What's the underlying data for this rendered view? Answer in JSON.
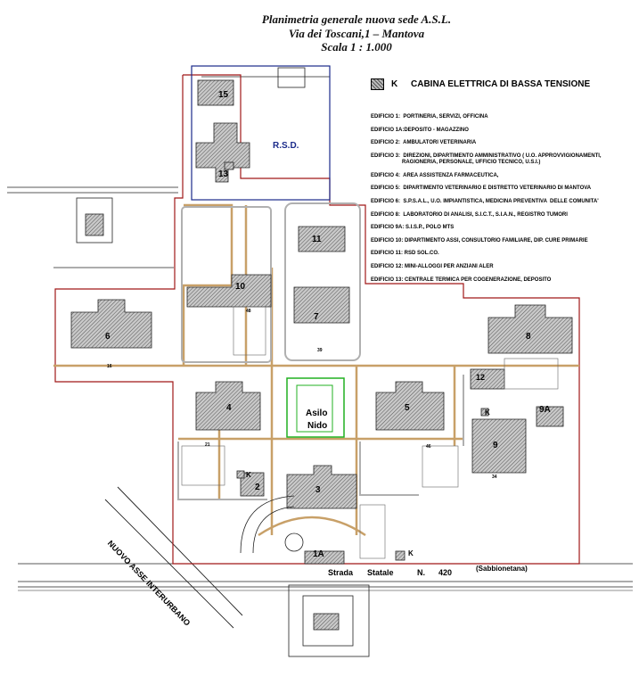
{
  "header": {
    "line1": "Planimetria generale nuova sede A.S.L.",
    "line2": "Via dei Toscani,1 – Mantova",
    "line3": "Scala   1 : 1.000"
  },
  "legend": {
    "cabin_key": "K",
    "cabin_text": "CABINA ELETTRICA DI BASSA TENSIONE",
    "items": [
      "EDIFICIO 1:  PORTINERIA, SERVIZI, OFFICINA",
      "EDIFICIO 1A:DEPOSITO - MAGAZZINO",
      "EDIFICIO 2:  AMBULATORI VETERINARIA",
      "EDIFICIO 3:  DIREZIONI, DIPARTIMENTO AMMINISTRATIVO ( U.O. APPROVVIGIONAMENTI,\n                     RAGIONERIA, PERSONALE, UFFICIO TECNICO, U.S.I.)",
      "EDIFICIO 4:  AREA ASSISTENZA FARMACEUTICA,",
      "EDIFICIO 5:  DIPARTIMENTO VETERINARIO E DISTRETTO VETERINARIO DI MANTOVA",
      "EDIFICIO 6:  S.P.S.A.L., U.O. IMPIANTISTICA, MEDICINA PREVENTIVA  DELLE COMUNITA'",
      "EDIFICIO 8:  LABORATORIO DI ANALISI, S.I.C.T., S.I.A.N., REGISTRO TUMORI",
      "EDIFICIO 9A: S.I.S.P., POLO MTS",
      "EDIFICIO 10: DIPARTIMENTO ASSI, CONSULTORIO FAMILIARE, DIP. CURE PRIMARIE",
      "EDIFICIO 11: RSD SOL.CO.",
      "EDIFICIO 12: MINI-ALLOGGI PER ANZIANI ALER",
      "EDIFICIO 13: CENTRALE TERMICA PER COGENERAZIONE, DEPOSITO"
    ]
  },
  "map_labels": {
    "rsd": "R.S.D.",
    "b15": "15",
    "b13": "13",
    "b11": "11",
    "b10": "10",
    "b7": "7",
    "b6": "6",
    "b8": "8",
    "b4": "4",
    "b5": "5",
    "b9": "9",
    "b9a": "9A",
    "b2": "2",
    "b3": "3",
    "b1a": "1A",
    "b12": "12",
    "asilo1": "Asilo",
    "asilo2": "Nido",
    "k1": "K",
    "k2": "K",
    "k3": "K",
    "n16": "16",
    "n39": "39",
    "n21": "21",
    "n46": "46",
    "n34": "34",
    "n48": "48",
    "strada": "Strada",
    "statale": "Statale",
    "numero": "N.",
    "n420": "420",
    "sabbionetana": "(Sabbionetana)",
    "asse": "NUOVO  ASSE  INTERURBANO"
  },
  "colors": {
    "boundary": "#a01818",
    "rsd_boundary": "#1a2a8a",
    "path": "#c8a068",
    "asilo_box": "#20b020",
    "building_fill": "#b5b5b5",
    "rsd_text": "#1a2a8a"
  }
}
